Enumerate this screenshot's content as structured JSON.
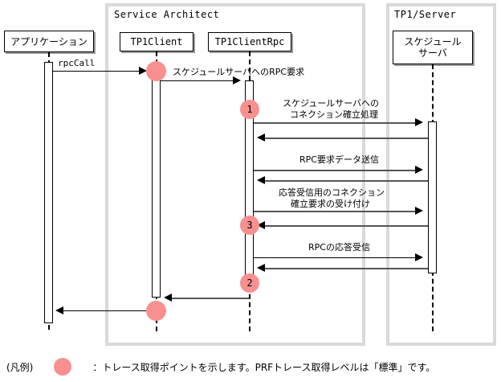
{
  "diagram": {
    "type": "uml-sequence-diagram",
    "accent_color": "#f89090",
    "frame_color": "#d9d9d9",
    "line_color": "#555555"
  },
  "groups": [
    {
      "title": "Service Architect"
    },
    {
      "title": "TP1/Server"
    }
  ],
  "lifelines": [
    {
      "name": "application",
      "label": "アプリケーション"
    },
    {
      "name": "tp1client",
      "label": "TP1Client"
    },
    {
      "name": "tp1clientrpc",
      "label": "TP1ClientRpc"
    },
    {
      "name": "schedule-server",
      "label": "スケジュール\nサーバ",
      "line1": "スケジュール",
      "line2": "サーバ"
    }
  ],
  "messages": [
    {
      "id": "m1",
      "label": "rpcCall",
      "from": "application",
      "to": "tp1client",
      "direction": "right"
    },
    {
      "id": "m2",
      "label": "スケジュールサーバへのRPC要求",
      "from": "tp1client",
      "to": "tp1clientrpc",
      "direction": "right"
    },
    {
      "id": "m3",
      "label_line1": "スケジュールサーバへの",
      "label_line2": "コネクション確立処理",
      "from": "tp1clientrpc",
      "to": "schedule-server",
      "direction": "right"
    },
    {
      "id": "m4",
      "label": "",
      "from": "schedule-server",
      "to": "tp1clientrpc",
      "direction": "left"
    },
    {
      "id": "m5",
      "label": "RPC要求データ送信",
      "from": "tp1clientrpc",
      "to": "schedule-server",
      "direction": "right"
    },
    {
      "id": "m6",
      "label": "",
      "from": "schedule-server",
      "to": "tp1clientrpc",
      "direction": "left"
    },
    {
      "id": "m7",
      "label_line1": "応答受信用のコネクション",
      "label_line2": "確立要求の受け付け",
      "from": "tp1clientrpc",
      "to": "schedule-server",
      "direction": "right"
    },
    {
      "id": "m8",
      "label": "",
      "from": "schedule-server",
      "to": "tp1clientrpc",
      "direction": "left"
    },
    {
      "id": "m9",
      "label": "RPCの応答受信",
      "from": "tp1clientrpc",
      "to": "schedule-server",
      "direction": "right"
    },
    {
      "id": "m10",
      "label": "",
      "from": "schedule-server",
      "to": "tp1clientrpc",
      "direction": "left"
    },
    {
      "id": "m11",
      "label": "",
      "from": "tp1clientrpc",
      "to": "tp1client",
      "direction": "left"
    },
    {
      "id": "m12",
      "label": "",
      "from": "tp1client",
      "to": "application",
      "direction": "left"
    }
  ],
  "trace_points": [
    {
      "id": "tp-a",
      "label": ""
    },
    {
      "id": "tp-1",
      "label": "1"
    },
    {
      "id": "tp-3",
      "label": "3"
    },
    {
      "id": "tp-2",
      "label": "2"
    },
    {
      "id": "tp-b",
      "label": ""
    }
  ],
  "legend": {
    "prefix": "(凡例)",
    "text": "：トレース取得ポイントを示します。PRFトレース取得レベルは「標準」です。"
  }
}
